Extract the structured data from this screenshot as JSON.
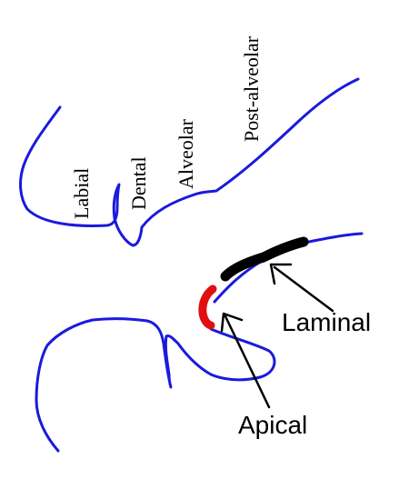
{
  "labels": {
    "labial": "Labial",
    "dental": "Dental",
    "alveolar": "Alveolar",
    "post_alveolar": "Post-alveolar",
    "laminal": "Laminal",
    "apical": "Apical"
  },
  "colors": {
    "outline": "#1a1adc",
    "laminal_region": "#000000",
    "apical_region": "#e01010",
    "arrow": "#000000",
    "text": "#000000",
    "background": "#ffffff"
  }
}
